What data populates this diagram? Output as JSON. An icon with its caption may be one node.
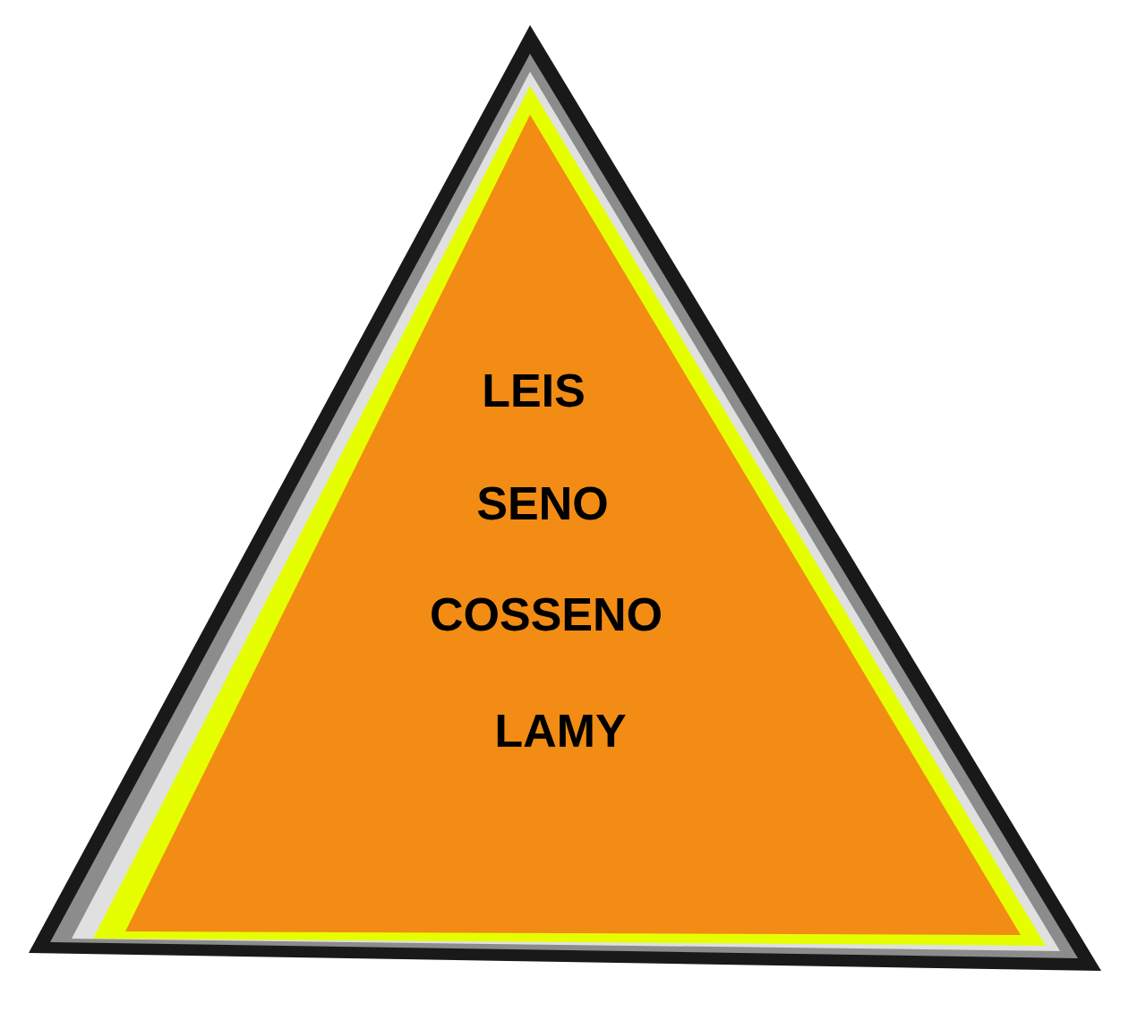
{
  "diagram": {
    "nodes": [
      {
        "text": [
          "LEIS",
          "SENO",
          "COSSENO",
          "LAMY"
        ]
      }
    ]
  }
}
